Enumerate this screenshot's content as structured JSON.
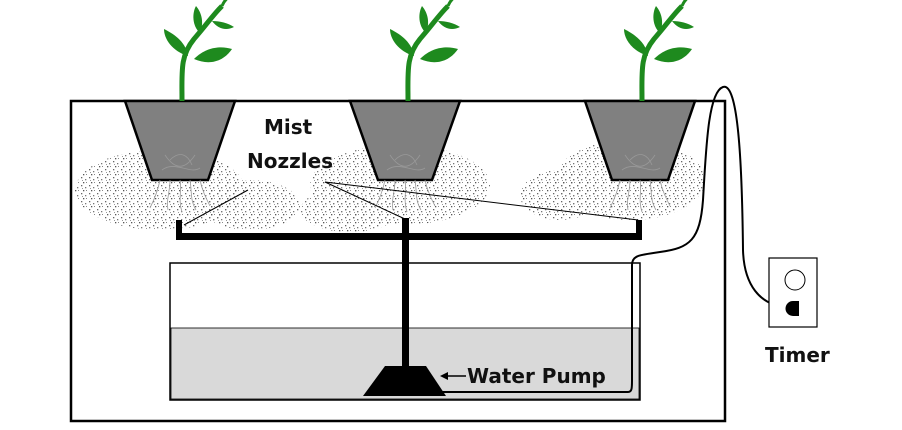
{
  "labels": {
    "mist_nozzles_line1": "Mist",
    "mist_nozzles_line2": "Nozzles",
    "water_pump": "Water Pump",
    "timer": "Timer"
  },
  "colors": {
    "plant": "#1e8a1e",
    "pot": "#808080",
    "water": "#d9d9d9",
    "line": "#000000"
  }
}
